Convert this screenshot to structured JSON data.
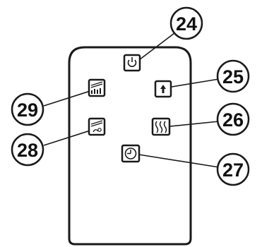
{
  "figure": {
    "type": "remote-control-callout-diagram",
    "colors": {
      "line": "#1a1a1a",
      "fill": "#ffffff"
    }
  },
  "remote": {
    "buttons": [
      {
        "id": "power",
        "icon": "power-icon"
      },
      {
        "id": "fan-speed",
        "icon": "fan-speed-icon"
      },
      {
        "id": "heat",
        "icon": "heat-icon"
      },
      {
        "id": "swing",
        "icon": "swing-icon"
      },
      {
        "id": "mode",
        "icon": "mode-icon"
      },
      {
        "id": "timer",
        "icon": "timer-icon"
      }
    ]
  },
  "callouts": [
    {
      "label": "24",
      "target": "power"
    },
    {
      "label": "25",
      "target": "fan-speed"
    },
    {
      "label": "26",
      "target": "heat"
    },
    {
      "label": "27",
      "target": "timer"
    },
    {
      "label": "28",
      "target": "swing"
    },
    {
      "label": "29",
      "target": "mode"
    }
  ]
}
